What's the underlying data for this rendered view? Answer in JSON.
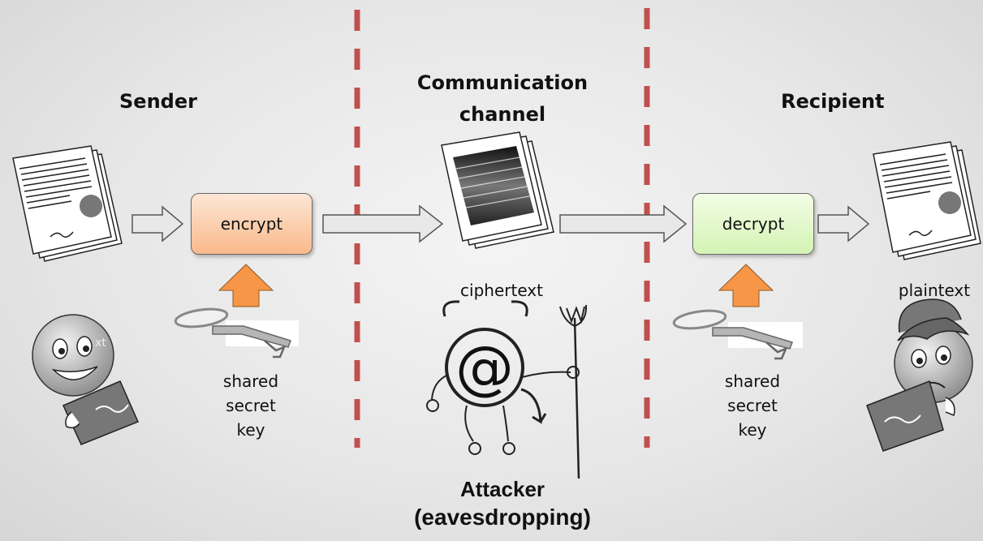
{
  "sender": {
    "title": "Sender"
  },
  "channel": {
    "title_line1": "Communication",
    "title_line2": "channel"
  },
  "recipient": {
    "title": "Recipient"
  },
  "encrypt_box": {
    "label": "encrypt",
    "color": "#f9b98a"
  },
  "decrypt_box": {
    "label": "decrypt",
    "color": "#d4f3b4"
  },
  "ciphertext_label": "ciphertext",
  "plaintext_label": "plaintext",
  "sender_key": {
    "line1": "shared",
    "line2": "secret",
    "line3": "key"
  },
  "recipient_key": {
    "line1": "shared",
    "line2": "secret",
    "line3": "key"
  },
  "attacker": {
    "line1": "Attacker",
    "line2": "(eavesdropping)"
  },
  "sender_face_fragment": "xt",
  "colors": {
    "divider": "#c0504d",
    "key_arrow": "#f79646"
  }
}
